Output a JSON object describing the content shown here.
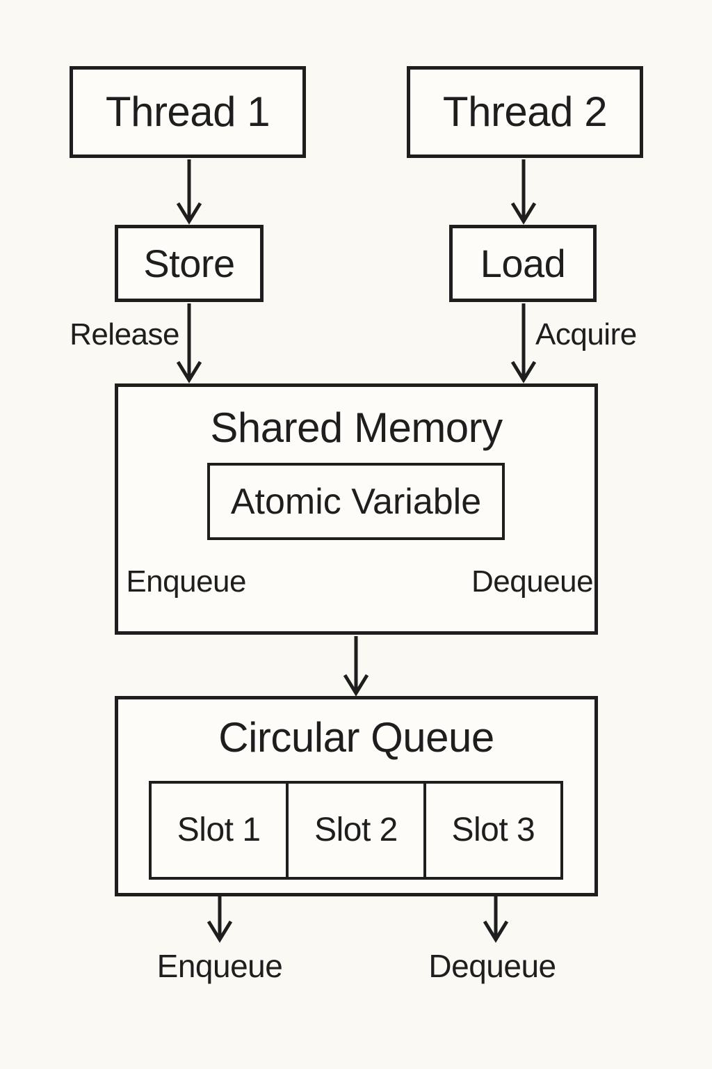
{
  "diagram": {
    "nodes": {
      "thread1": "Thread 1",
      "thread2": "Thread 2",
      "store": "Store",
      "load": "Load",
      "shared_memory": "Shared Memory",
      "atomic_variable": "Atomic Variable",
      "circular_queue": "Circular Queue",
      "slots": [
        "Slot 1",
        "Slot 2",
        "Slot 3"
      ]
    },
    "edge_labels": {
      "release": "Release",
      "acquire": "Acquire",
      "enqueue_inner": "Enqueue",
      "dequeue_inner": "Dequeue",
      "enqueue_out": "Enqueue",
      "dequeue_out": "Dequeue"
    },
    "colors": {
      "background": "#FAF9F4",
      "box_fill": "#FDFCF8",
      "ink": "#1E1E1E"
    }
  }
}
